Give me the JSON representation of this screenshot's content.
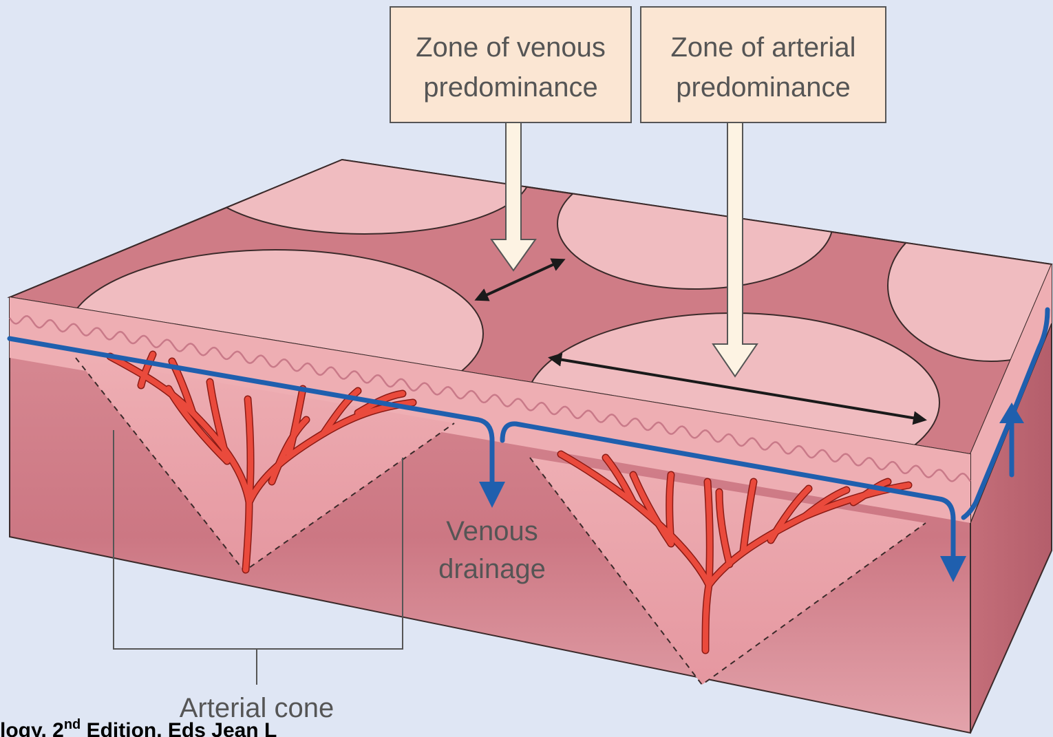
{
  "labels": {
    "venous_zone": [
      "Zone of venous",
      "predominance"
    ],
    "arterial_zone": [
      "Zone of arterial",
      "predominance"
    ],
    "venous_drainage": [
      "Venous",
      "drainage"
    ],
    "arterial_cone": "Arterial cone"
  },
  "credit": {
    "text_before": "logy. 2",
    "superscript": "nd",
    "text_after": " Edition. Eds Jean L"
  },
  "colors": {
    "background": "#dfe6f4",
    "tissue_dark": "#cf7c86",
    "tissue_light": "#f0bcc0",
    "dermis_band": "#eeaeb3",
    "artery": "#e8413a",
    "vein": "#1f5fae",
    "label_box": "#fbe6d3",
    "arrow_fill": "#fdf3e3"
  },
  "icons": {
    "venous_zone_pointer": "down-arrow-icon",
    "arterial_zone_pointer": "down-arrow-icon",
    "zone_width_marker": "double-headed-arrow-icon",
    "drainage_direction": "down-arrow-icon"
  }
}
